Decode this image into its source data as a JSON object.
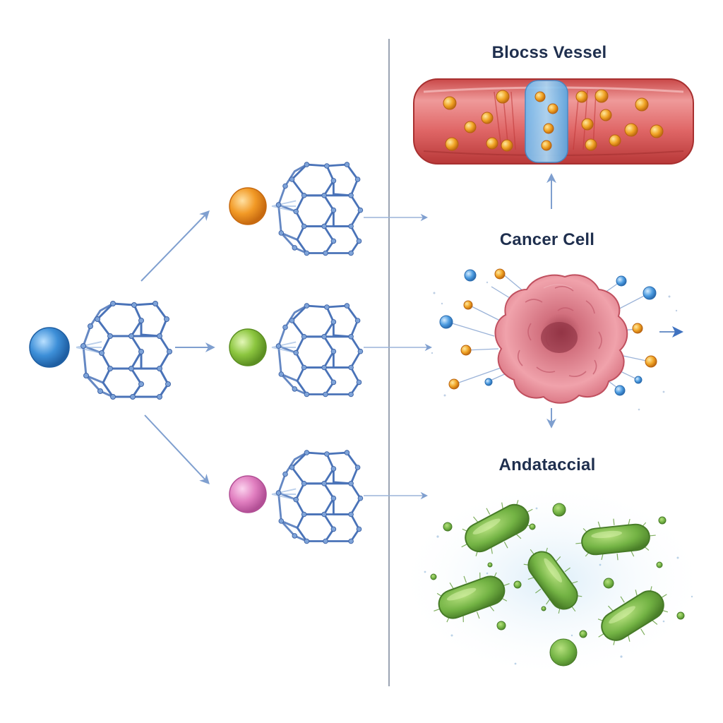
{
  "labels": {
    "blood_vessel": "Blocss Vessel",
    "cancer_cell": "Cancer Cell",
    "antibacterial": "Andataccial"
  },
  "nodes": {
    "source": {
      "color": "#3d8fd8",
      "icon": "blue-sphere-icon"
    },
    "variants": [
      {
        "name": "orange",
        "color": "#f29a26",
        "icon": "orange-sphere-icon"
      },
      {
        "name": "green",
        "color": "#8cc63f",
        "icon": "green-sphere-icon"
      },
      {
        "name": "pink",
        "color": "#e17fc0",
        "icon": "pink-sphere-icon"
      }
    ]
  },
  "colors": {
    "cage_stroke": "#4a73b8",
    "arrow": "#7f9fcf",
    "divider": "#7a869a",
    "vessel": "#d95c5c",
    "cell": "#e88d97",
    "bacteria": "#73b344"
  }
}
